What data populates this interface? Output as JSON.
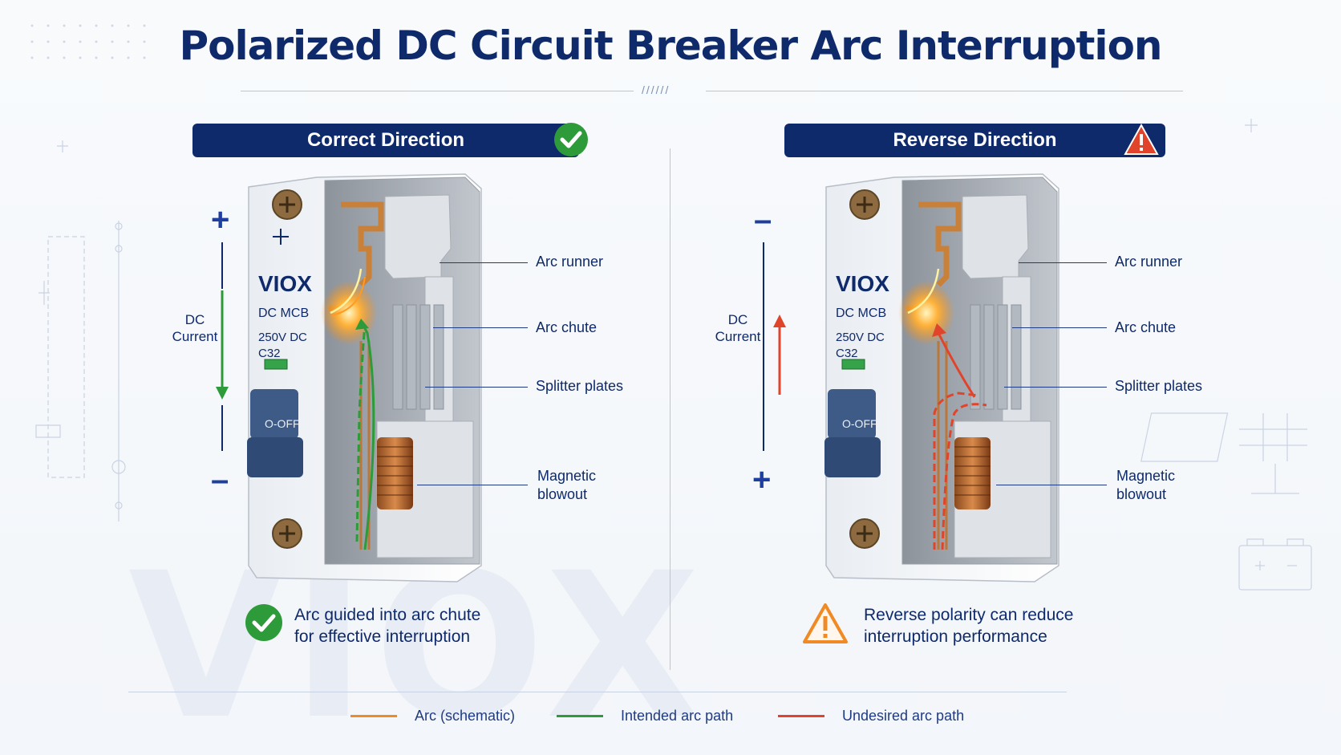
{
  "title": "Polarized DC Circuit Breaker Arc Interruption",
  "rule_mark": "//////",
  "watermark": "VIOX",
  "panels": [
    {
      "header": "Correct Direction",
      "header_badge": "check-icon",
      "top_pole": "+",
      "bottom_pole": "–",
      "dc_label_line1": "DC",
      "dc_label_line2": "Current",
      "current_arrow_direction": "down",
      "current_arrow_color": "#2e9b3a",
      "terminal_mark": "+",
      "brand": "VIOX",
      "model": "DC MCB",
      "rating1": "250V DC",
      "rating2": "C32",
      "handle_text": "O-OFF",
      "labels": {
        "arc_runner": "Arc runner",
        "arc_chute": "Arc chute",
        "splitter": "Splitter plates",
        "magnetic1": "Magnetic",
        "magnetic2": "blowout"
      },
      "note_icon": "check-circle-icon",
      "note_line1": "Arc guided into arc chute",
      "note_line2": "for effective interruption"
    },
    {
      "header": "Reverse Direction",
      "header_badge": "warning-triangle-icon",
      "top_pole": "–",
      "bottom_pole": "+",
      "dc_label_line1": "DC",
      "dc_label_line2": "Current",
      "current_arrow_direction": "up",
      "current_arrow_color": "#e0452b",
      "brand": "VIOX",
      "model": "DC MCB",
      "rating1": "250V DC",
      "rating2": "C32",
      "handle_text": "O-OFF",
      "labels": {
        "arc_runner": "Arc runner",
        "arc_chute": "Arc chute",
        "splitter": "Splitter plates",
        "magnetic1": "Magnetic",
        "magnetic2": "blowout"
      },
      "note_icon": "warning-triangle-icon",
      "note_line1": "Reverse polarity can reduce",
      "note_line2": "interruption performance"
    }
  ],
  "legend": [
    {
      "label": "Arc (schematic)",
      "color": "#f08a24"
    },
    {
      "label": "Intended arc path",
      "color": "#2e9b3a"
    },
    {
      "label": "Undesired arc path",
      "color": "#e0452b"
    }
  ],
  "colors": {
    "navy": "#0f2a6b",
    "green": "#2e9b3a",
    "orange": "#f08a24",
    "red": "#e0452b"
  }
}
